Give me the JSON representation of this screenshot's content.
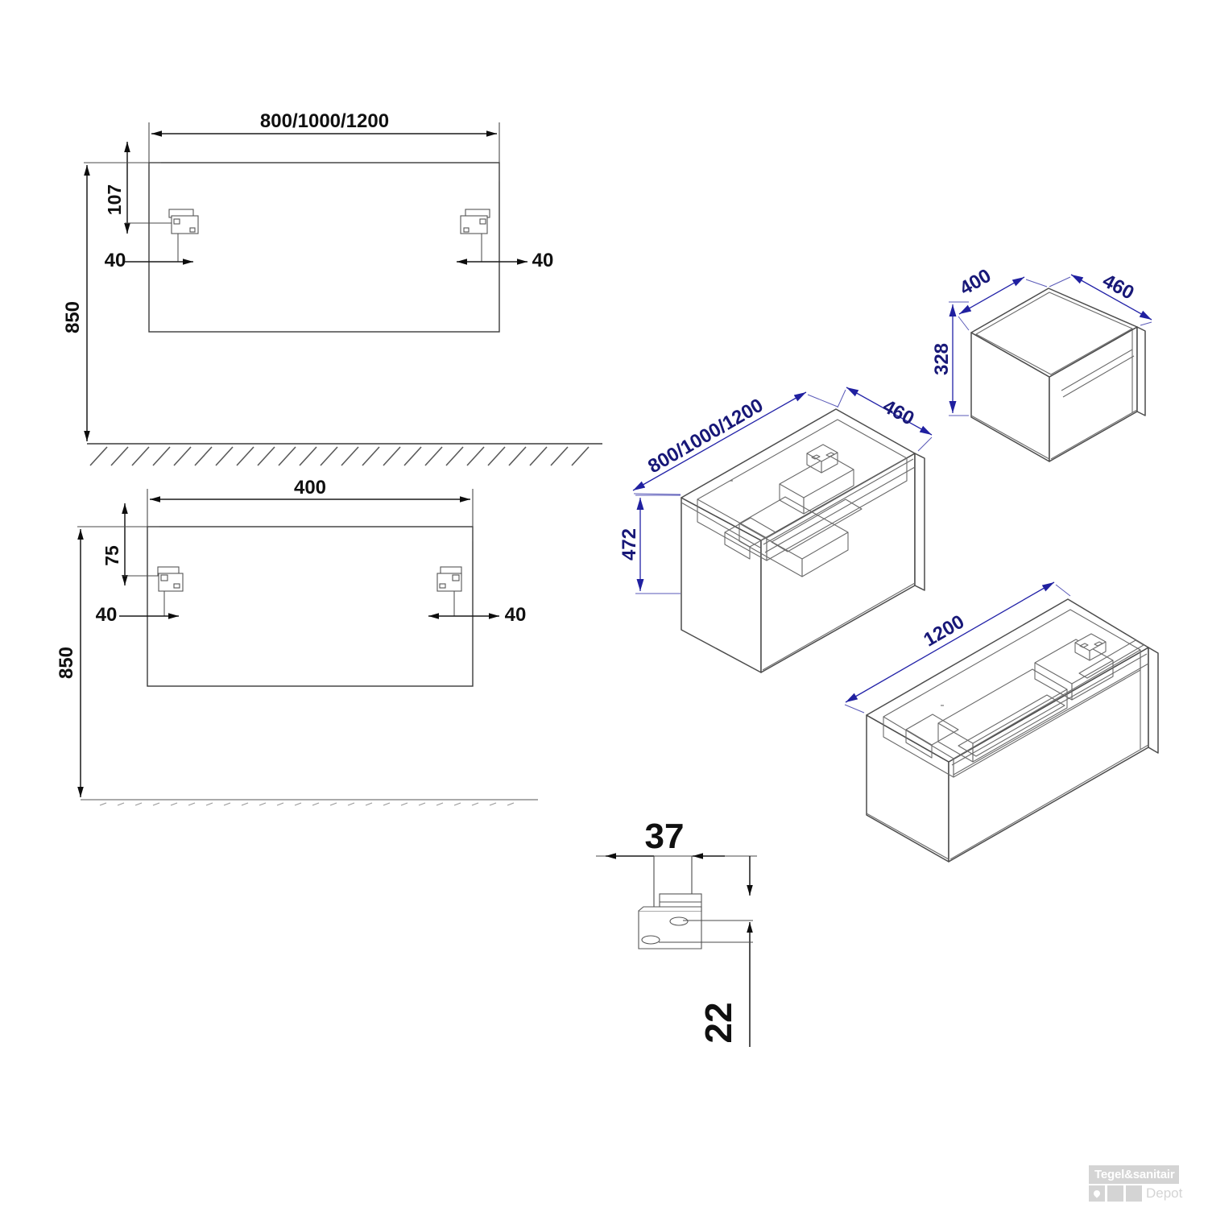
{
  "document": {
    "type": "technical-drawing",
    "subject": "Bathroom vanity cabinet and mirror installation drawing",
    "background_color": "#ffffff",
    "dimension_color_black": "#101010",
    "dimension_color_blue": "#181878"
  },
  "views": {
    "elevation_front": {
      "name": "Front elevation - mirror / wall unit mounting",
      "dimensions": {
        "width_label": "800/1000/1200",
        "top_offset_label": "107",
        "left_inset_label": "40",
        "right_inset_label": "40",
        "floor_height_label": "850"
      }
    },
    "elevation_side": {
      "name": "Side elevation - mounting",
      "dimensions": {
        "width_label": "400",
        "top_offset_label": "75",
        "left_inset_label": "40",
        "right_inset_label": "40",
        "floor_height_label": "850"
      }
    },
    "iso_cabinet_wide": {
      "name": "Isometric open cabinet - variable width",
      "dimensions": {
        "width_label": "800/1000/1200",
        "depth_label": "460",
        "height_label": "472"
      }
    },
    "iso_cabinet_small": {
      "name": "Isometric closed cabinet - small unit",
      "dimensions": {
        "width_label": "400",
        "depth_label": "460",
        "height_label": "328"
      }
    },
    "iso_cabinet_long": {
      "name": "Isometric open cabinet - 1200 wide",
      "dimensions": {
        "width_label": "1200"
      }
    },
    "detail_bracket": {
      "name": "Wall bracket mounting detail",
      "dimensions": {
        "width_label": "37",
        "height_label": "22"
      }
    }
  },
  "logo": {
    "line1": "Tegel&sanitair",
    "line2": "Depot",
    "color": "#d4d4d4"
  }
}
